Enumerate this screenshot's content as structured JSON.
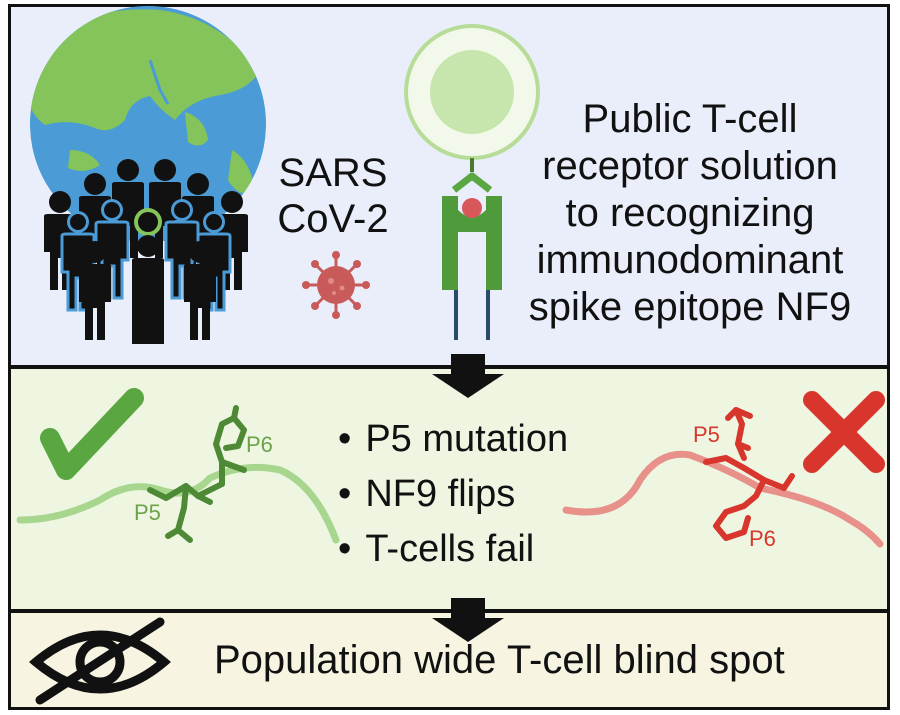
{
  "top_panel": {
    "virus_label": [
      "SARS",
      "CoV-2"
    ],
    "tcr_text_lines": [
      "Public T-cell",
      "receptor solution",
      "to recognizing",
      "immunodominant",
      "spike epitope NF9"
    ]
  },
  "middle_panel": {
    "bullets": [
      "P5 mutation",
      "NF9 flips",
      "T-cells fail"
    ],
    "left_structure_labels": {
      "p5": "P5",
      "p6": "P6"
    },
    "right_structure_labels": {
      "p5": "P5",
      "p6": "P6"
    }
  },
  "bottom_panel": {
    "conclusion": "Population wide T-cell blind spot"
  },
  "icons": [
    "globe-icon",
    "crowd-icon",
    "virus-icon",
    "t-cell-icon",
    "tcr-receptor-icon",
    "check-mark-icon",
    "cross-mark-icon",
    "peptide-structure-icon",
    "eye-slash-icon",
    "arrow-down-icon"
  ],
  "colors": {
    "top_panel_bg": "#eaeefb",
    "middle_panel_bg": "#eef6e2",
    "bottom_panel_bg": "#f7f5e2",
    "green_accent": "#5aa640",
    "red_accent": "#d8362c",
    "ocean": "#4b9bd6",
    "land": "#84c45a"
  }
}
